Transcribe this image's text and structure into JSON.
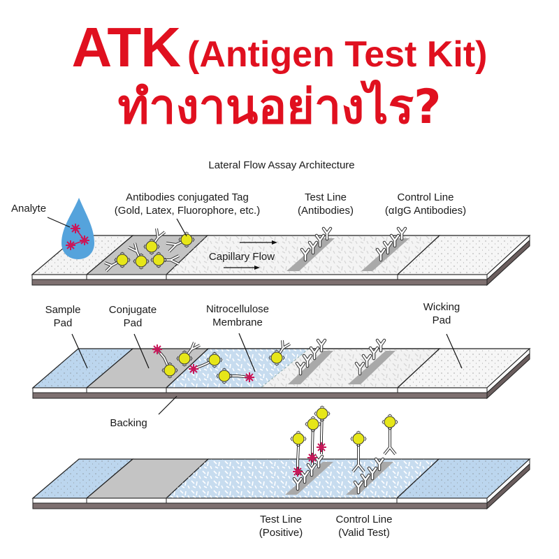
{
  "title": {
    "line1_main": "ATK",
    "line1_sub": "(Antigen Test Kit)",
    "line2": "ทำงานอย่างไร?"
  },
  "diagram": {
    "heading": "Lateral Flow Assay Architecture",
    "strip1": {
      "analyte": "Analyte",
      "conjugate_tag_line1": "Antibodies conjugated Tag",
      "conjugate_tag_line2": "(Gold, Latex, Fluorophore, etc.)",
      "test_line_line1": "Test Line",
      "test_line_line2": "(Antibodies)",
      "control_line_line1": "Control Line",
      "control_line_line2": "(αIgG Antibodies)",
      "flow_label": "Capillary Flow"
    },
    "strip2": {
      "sample_pad_line1": "Sample",
      "sample_pad_line2": "Pad",
      "conjugate_pad_line1": "Conjugate",
      "conjugate_pad_line2": "Pad",
      "membrane_line1": "Nitrocellulose",
      "membrane_line2": "Membrane",
      "wicking_pad_line1": "Wicking",
      "wicking_pad_line2": "Pad",
      "backing": "Backing"
    },
    "strip3": {
      "test_line_line1": "Test Line",
      "test_line_line2": "(Positive)",
      "control_line_line1": "Control Line",
      "control_line_line2": "(Valid Test)"
    }
  },
  "colors": {
    "title_red": "#e0101f",
    "sample_blue": "#bcd6ee",
    "conjugate_gray": "#c4c4c4",
    "membrane_white": "#f2f2f2",
    "backing_brown": "#7e7070",
    "drop_blue": "#55a3dc",
    "analyte_magenta": "#c8185a",
    "tag_yellow": "#e6e619"
  }
}
